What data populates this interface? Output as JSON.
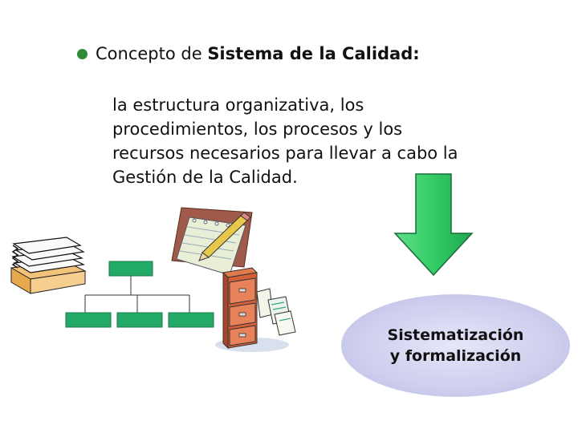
{
  "bullet": {
    "prefix": "Concepto de",
    "emphasis": "Sistema de la Calidad:"
  },
  "definition": {
    "lines": [
      "la estructura organizativa, los",
      "procedimientos, los procesos y los",
      "recursos necesarios para llevar a cabo la",
      "Gestión de la Calidad."
    ]
  },
  "result": {
    "line1": "Sistematización",
    "line2": "y formalización"
  },
  "colors": {
    "bullet": "#2e8b35",
    "arrow": "#33cc66",
    "org_boxes": "#22aa66",
    "ellipse": "#d6d6f2"
  },
  "icons": [
    "paper-stack-icon",
    "notepad-pencil-icon",
    "org-chart-icon",
    "filing-cabinet-icon",
    "down-arrow-icon"
  ]
}
